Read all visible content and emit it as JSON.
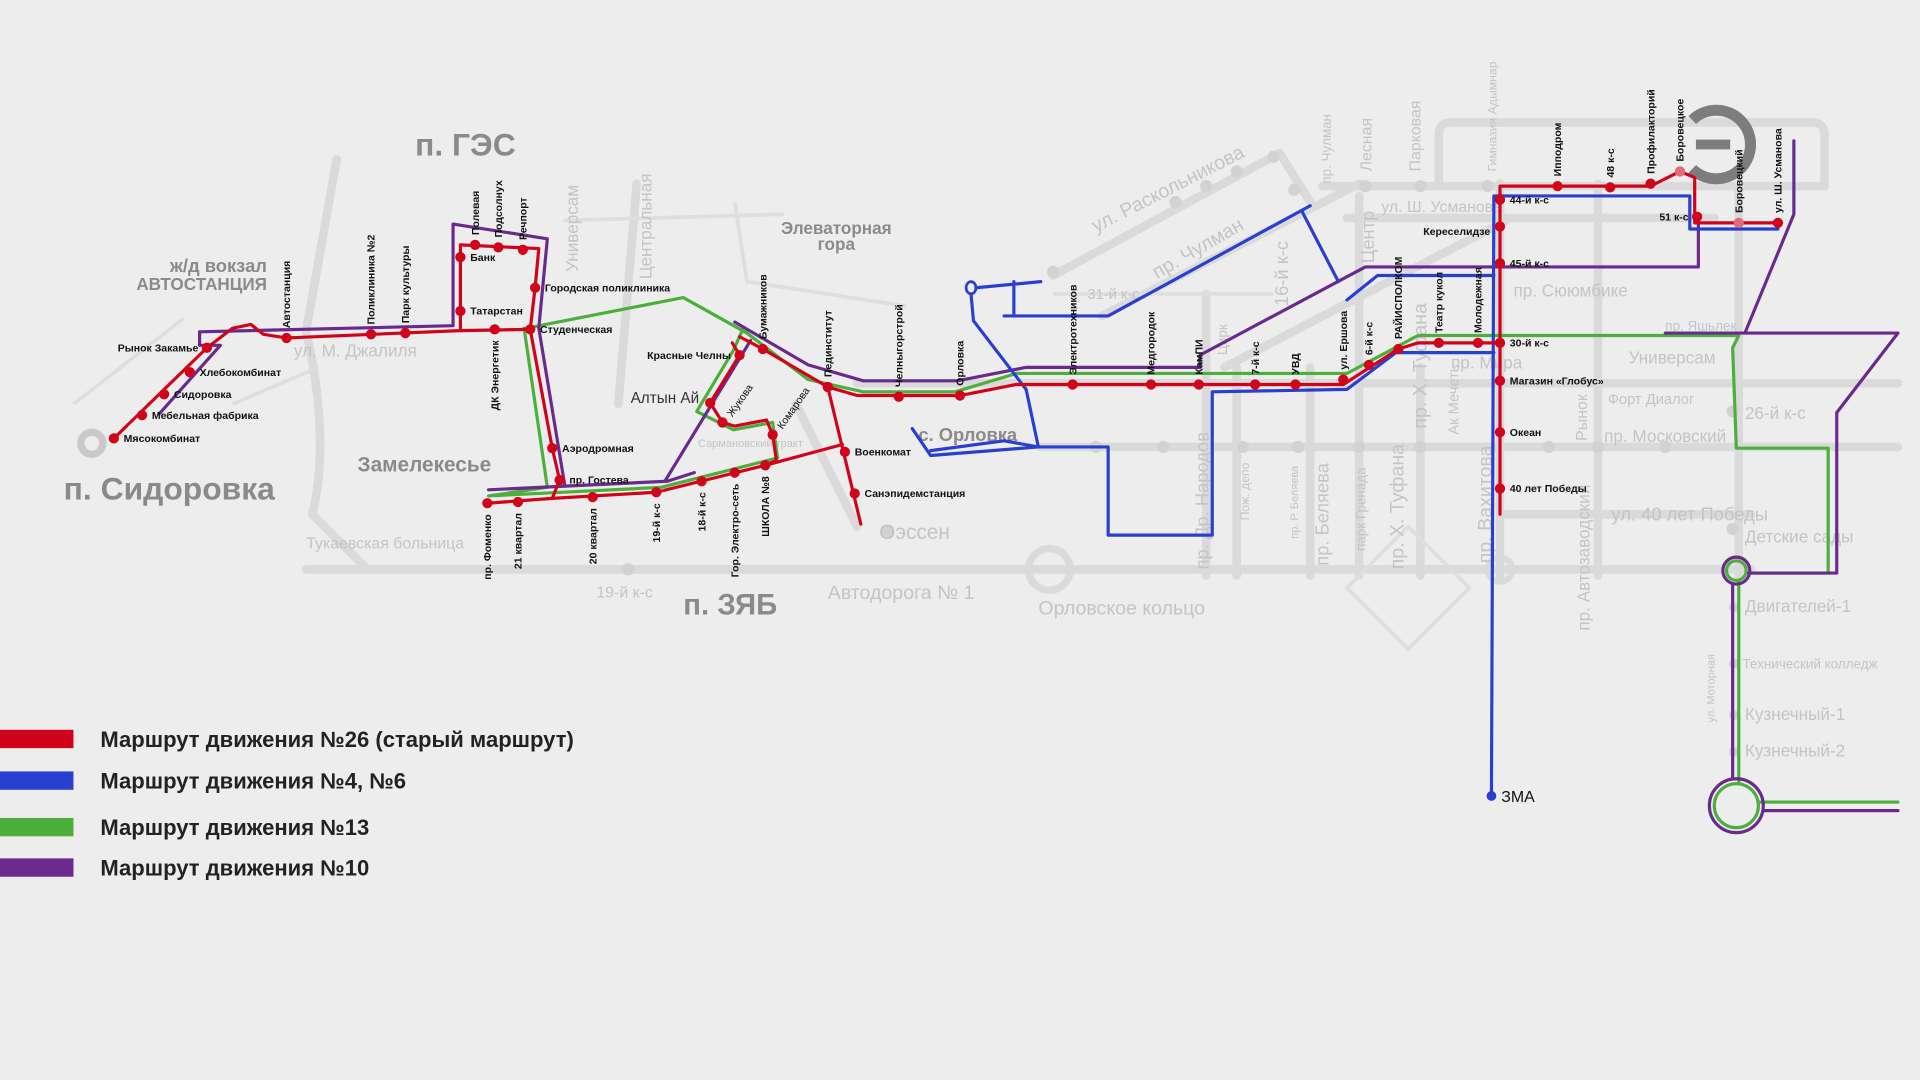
{
  "colors": {
    "route26": "#d0021b",
    "route4_6": "#2a3fd0",
    "route13": "#4caf3c",
    "route10": "#6a2a8c",
    "background": "#ededed"
  },
  "legend": [
    {
      "label": "Маршрут движения №26 (старый маршрут)",
      "color": "#d0021b"
    },
    {
      "label": "Маршрут движения №4, №6",
      "color": "#2a3fd0"
    },
    {
      "label": "Маршрут движения №13",
      "color": "#4caf3c"
    },
    {
      "label": "Маршрут движения №10",
      "color": "#6a2a8c"
    }
  ],
  "stops": [
    "Мясокомбинат",
    "Мебельная фабрика",
    "Сидоровка",
    "Хлебокомбинат",
    "Рынок Закамье",
    "Автостанция",
    "Поликлиника №2",
    "Парк культуры",
    "Татарстан",
    "Банк",
    "Полевая",
    "Подсолнух",
    "Речпорт",
    "Городская поликлиника",
    "ДК Энергетик",
    "Студенческая",
    "Аэродромная",
    "пр. Гостева",
    "пр. Фоменко",
    "21 квартал",
    "20 квартал",
    "19-й к-с",
    "18-й к-с",
    "Гор. Электро-сеть",
    "ШКОЛА №8",
    "Комарова",
    "Жукова",
    "",
    "Красные Челны",
    "Бумажников",
    "Пединститут",
    "Военкомат",
    "Санэпидемстанция",
    "Челныгорстрой",
    "Орловка",
    "Электротехников",
    "Медгородок",
    "КамПИ",
    "7-й к-с",
    "УВД",
    "ул. Ершова",
    "6-й к-с",
    "РАЙИСПОЛКОМ",
    "Театр кукол",
    "Молодежная",
    "30-й к-с",
    "Магазин «Глобус»",
    "Океан",
    "40 лет Победы",
    "45-й к-с",
    "Кереселидзе",
    "44-й к-с",
    "Ипподром",
    "48 к-с",
    "Профилакторий",
    "Боровецкое",
    "51 к-с",
    "Боровецкий",
    "ул. Ш. Усманова"
  ],
  "terminal": "ЗМА",
  "areas": [
    "п. ГЭС",
    "ж/д вокзал",
    "АВТОСТАНЦИЯ",
    "п. Сидоровка",
    "Замелекесье",
    "Элеваторная",
    "гора",
    "п. ЗЯБ",
    "Алтын Ай",
    "с. Орловка"
  ],
  "streets": [
    "ул. М. Джалиля",
    "Тукаевская больница",
    "Сармановский тракт",
    "19-й к-с",
    "Автодорога № 1",
    "Орловское кольцо",
    "Оэссен",
    "31-й к-с",
    "ул. Раскольникова",
    "пр. Чулман",
    "пр. Сююмбике",
    "пр. Мира",
    "ул. Ш. Усманова",
    "Универсам",
    "Форт Диалог",
    "пр. Московский",
    "ул. 40 лет Победы",
    "26-й к-с",
    "Детские сады",
    "Двигателей-1",
    "Технический колледж",
    "Кузнечный-1",
    "Кузнечный-2",
    "пр. Яшьлек",
    "Центральная",
    "Универсам",
    "пр. Чулман",
    "Лесная",
    "Парковая",
    "Гимназия Адымнар",
    "пр. Х. Туфана",
    "пр. Др. Народов",
    "пр. Беляева",
    "парк Гренада",
    "пр. Вахитова",
    "пр. Автозаводский",
    "Рынок",
    "Ак Мечеть",
    "Пож. депо",
    "пр. Р. Беляева",
    "ул. Моторная",
    "Центр",
    "16-й к-с",
    "Цирк",
    "пр. Х. Туфана"
  ]
}
